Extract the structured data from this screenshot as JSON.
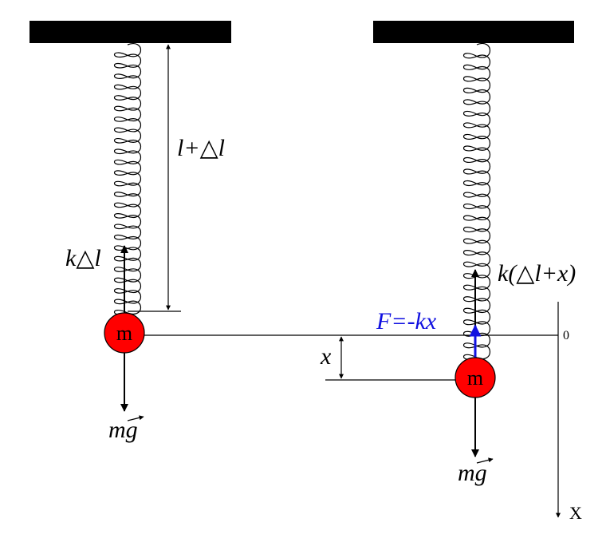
{
  "left": {
    "mass_label": "m",
    "length_label": "l+△l",
    "spring_force_label": "k△l",
    "weight_label": "mg"
  },
  "right": {
    "mass_label": "m",
    "spring_force_label": "k(△l+x)",
    "net_force_label": "F=-kx",
    "displacement_label": "x",
    "weight_label": "mg"
  },
  "axis": {
    "origin_label": "0",
    "axis_label": "X"
  },
  "colors": {
    "mass_fill": "#ff0000",
    "support_fill": "#000000",
    "net_force": "#1010e0"
  }
}
